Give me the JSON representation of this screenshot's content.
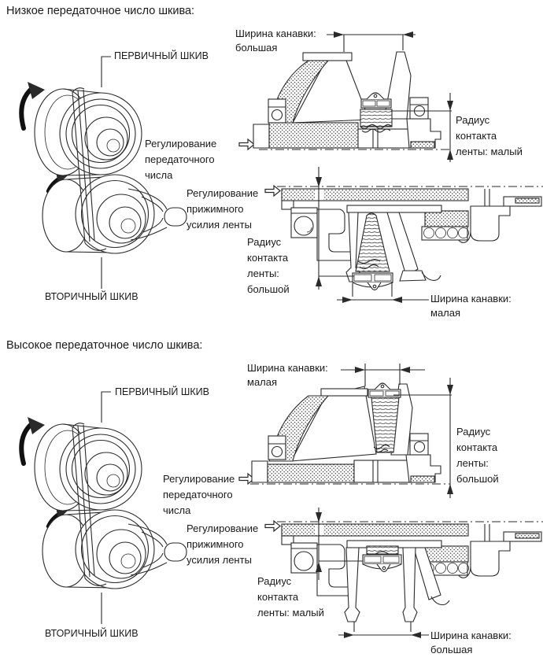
{
  "colors": {
    "ink": "#1a1a1a",
    "line": "#2a2a2a",
    "background": "#ffffff"
  },
  "sections": [
    {
      "heading": "Низкое передаточное число шкива:",
      "primary_pulley_label": "ПЕРВИЧНЫЙ ШКИВ",
      "secondary_pulley_label": "ВТОРИЧНЫЙ ШКИВ",
      "ratio_adjustment_label": "Регулирование\nпередаточного\nчисла",
      "primary_cross_section": {
        "groove_width_label": "Ширина канавки:\nбольшая",
        "belt_contact_radius_label": "Радиус\nконтакта\nленты: малый"
      },
      "secondary_cross_section": {
        "clamp_force_label": "Регулирование\nприжимного\nусилия ленты",
        "belt_contact_radius_label": "Радиус\nконтакта\nленты:\nбольшой",
        "groove_width_label": "Ширина канавки:\nмалая"
      }
    },
    {
      "heading": "Высокое передаточное число шкива:",
      "primary_pulley_label": "ПЕРВИЧНЫЙ ШКИВ",
      "secondary_pulley_label": "ВТОРИЧНЫЙ ШКИВ",
      "ratio_adjustment_label": "Регулирование\nпередаточного\nчисла",
      "primary_cross_section": {
        "groove_width_label": "Ширина канавки:\nмалая",
        "belt_contact_radius_label": "Радиус\nконтакта\nленты:\nбольшой"
      },
      "secondary_cross_section": {
        "clamp_force_label": "Регулирование\nприжимного\nусилия ленты",
        "belt_contact_radius_label": "Радиус\nконтакта\nленты: малый",
        "groove_width_label": "Ширина канавки:\nбольшая"
      }
    }
  ]
}
